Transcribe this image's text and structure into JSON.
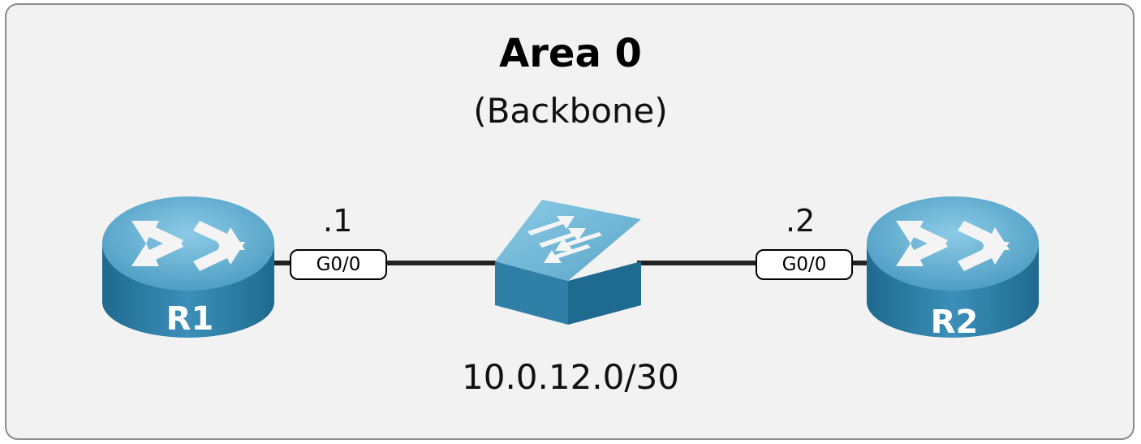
{
  "area": {
    "title": "Area 0",
    "subtitle": "(Backbone)"
  },
  "routers": [
    {
      "name": "R1",
      "address": ".1",
      "interface": "G0/0"
    },
    {
      "name": "R2",
      "address": ".2",
      "interface": "G0/0"
    }
  ],
  "network": {
    "subnet": "10.0.12.0/30"
  },
  "colors": {
    "box_fill": "#f2f2f2",
    "box_border": "#8c8c8c",
    "device_top": "#5aa6c9",
    "device_side": "#2f7fa6",
    "link": "#222222"
  },
  "icons": [
    "router-icon",
    "switch-icon"
  ]
}
